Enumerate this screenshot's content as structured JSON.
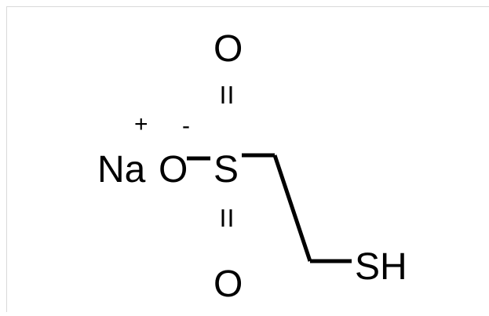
{
  "molecule": {
    "atoms": {
      "sodium": "Na",
      "sodium_charge": "+",
      "oxide": "O",
      "oxide_charge": "-",
      "sulfur": "S",
      "oxo_top": "O",
      "oxo_bottom": "O",
      "thiol": "SH"
    }
  },
  "colors": {
    "ink": "#000000",
    "background": "#ffffff",
    "frame": "#d9d9d9"
  }
}
